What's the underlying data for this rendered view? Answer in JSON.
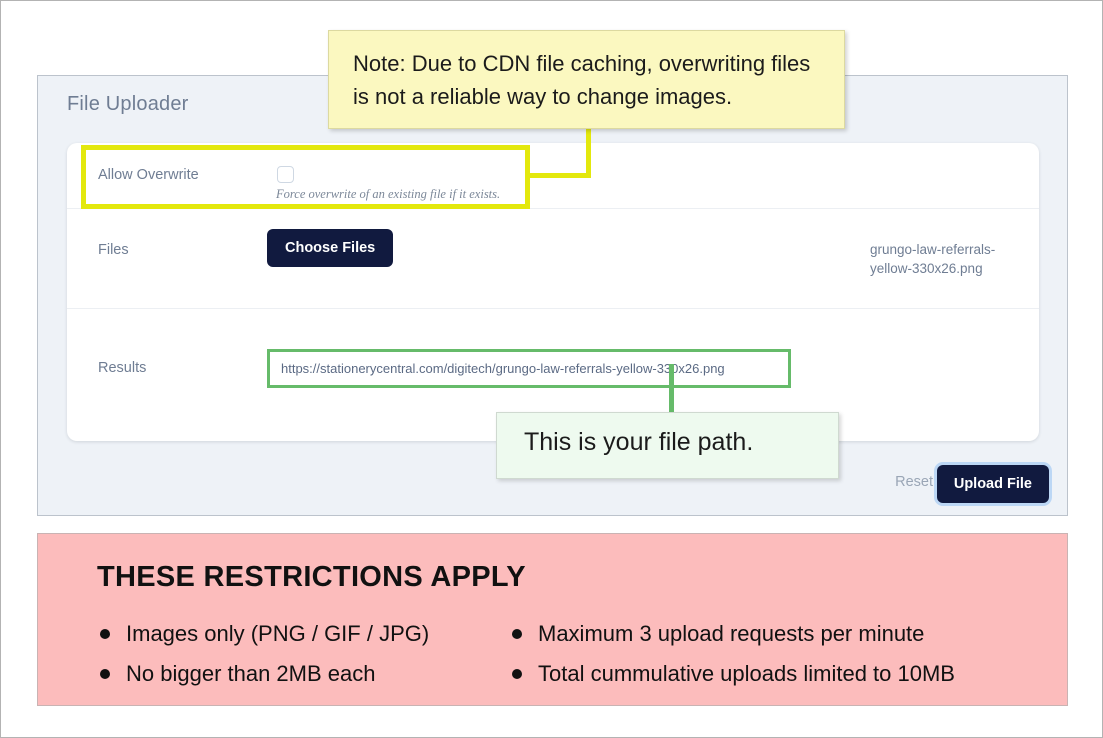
{
  "uploader": {
    "title": "File Uploader",
    "rows": {
      "overwrite": {
        "label": "Allow Overwrite",
        "checkbox_checked": false,
        "help_text": "Force overwrite of an existing file if it exists."
      },
      "files": {
        "label": "Files",
        "choose_button": "Choose Files",
        "selected_file": "grungo-law-referrals-yellow-330x26.png"
      },
      "results": {
        "label": "Results",
        "url": "https://stationerycentral.com/digitech/grungo-law-referrals-yellow-330x26.png"
      }
    },
    "actions": {
      "reset_label": "Reset",
      "upload_label": "Upload File"
    }
  },
  "annotations": {
    "note_yellow": {
      "text": "Note: Due to CDN file caching, overwriting files is not a reliable way to change images.",
      "color": "#fbf8c0",
      "highlight_color": "#e3e80d"
    },
    "note_green": {
      "text": "This is your file path.",
      "color": "#eefaef",
      "highlight_color": "#66bb6a"
    }
  },
  "restrictions": {
    "heading": "THESE RESTRICTIONS APPLY",
    "background_color": "#fcbcbc",
    "left_items": [
      "Images only (PNG / GIF / JPG)",
      "No bigger than 2MB each"
    ],
    "right_items": [
      "Maximum 3 upload requests per minute",
      "Total cummulative uploads limited to 10MB"
    ]
  }
}
